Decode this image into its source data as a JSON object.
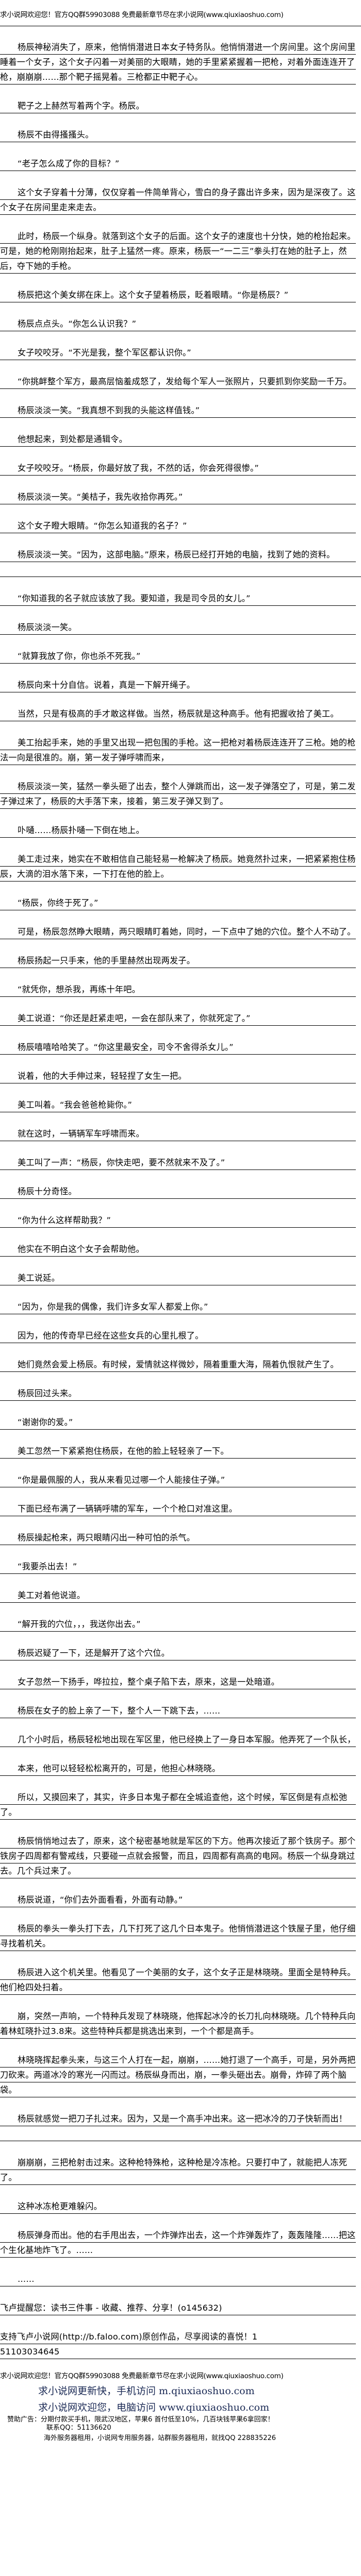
{
  "header": {
    "banner": "求小说网欢迎您！官方QQ群59903088 免费最新章节尽在求小说网(www.qiuxiaoshuo.com)"
  },
  "paragraphs": [
    {
      "text": "杨辰神秘消失了，原来，他悄悄潜进日本女子特务队。他悄悄潜进一个房间里。这个房间里睡着一个女子，这个女子闪着一对美丽的大眼睛，她的手里紧紧握着一把枪，对着外面连连开了枪，崩崩崩……那个靶子摇晃着。三枪都正中靶子心。"
    },
    {
      "text": "靶子之上赫然写着两个字。杨辰。"
    },
    {
      "text": "杨辰不由得搔搔头。"
    },
    {
      "text": "“老子怎么成了你的目标？”"
    },
    {
      "text": "这个女子穿着十分薄，仅仅穿着一件简单背心，雪白的身子露出许多来，因为是深夜了。这个女子在房间里走来走去。"
    },
    {
      "text": "此时，杨辰一个纵身。就落到这个女子的后面。这个女子的速度也十分快，她的枪抬起来。可是，她的枪刚刚抬起来，肚子上猛然一疼。原来，杨辰一“一二三”拳头打在她的肚子上，然后，夺下她的手枪。"
    },
    {
      "text": "杨辰把这个美女绑在床上。这个女子望着杨辰，眨着眼睛。“你是杨辰？”"
    },
    {
      "text": "杨辰点点头。“你怎么认识我？”"
    },
    {
      "text": "女子咬咬牙。“不光是我，整个军区都认识你。”"
    },
    {
      "text": "“你挑衅整个军方，最高层恼羞成怒了，发给每个军人一张照片，只要抓到你奖励一千万。"
    },
    {
      "text": "杨辰淡淡一笑。“我真想不到我的头能这样值钱。”"
    },
    {
      "text": "他想起来，到处都是通辑令。"
    },
    {
      "text": "女子咬咬牙。“杨辰，你最好放了我，不然的话，你会死得很惨。”"
    },
    {
      "text": "杨辰淡淡一笑。“美桔子，我先收拾你再死。”"
    },
    {
      "text": "这个女子瞪大眼睛。“你怎么知道我的名子？”"
    },
    {
      "text": "杨辰淡淡一笑。“因为，这部电脑。”原来，杨辰已经打开她的电脑，找到了她的资料。",
      "blank_after": true
    },
    {
      "text": "“你知道我的名子就应该放了我。要知道，我是司令员的女儿。”"
    },
    {
      "text": "杨辰淡淡一笑。"
    },
    {
      "text": "“就算我放了你，你也杀不死我。”"
    },
    {
      "text": "杨辰向来十分自信。说着，真是一下解开绳子。"
    },
    {
      "text": "当然，只是有极高的手才敢这样做。当然，杨辰就是这种高手。他有把握收拾了美工。"
    },
    {
      "text": "美工抬起手来，她的手里又出现一把包围的手枪。这一把枪对着杨辰连连开了三枪。她的枪法一向是很准的。崩，第一发子弹呼啸而来，"
    },
    {
      "text": "杨辰淡淡一笑，猛然一拳头砸了出去，整个人弹跳而出，这一发子弹落空了，可是，第二发子弹过来了，杨辰的大手落下来，接着，第三发子弹又到了。"
    },
    {
      "text": "卟嗵……杨辰扑嗵一下倒在地上。"
    },
    {
      "text": "美工走过来，她实在不敢相信自己能轻易一枪解决了杨辰。她竟然扑过来，一把紧紧抱住杨辰，大滴的泪水落下来，一下打在他的脸上。"
    },
    {
      "text": "“杨辰，你终于死了。”"
    },
    {
      "text": "可是，杨辰忽然睁大眼睛，两只眼睛盯着她，同时，一下点中了她的穴位。整个人不动了。"
    },
    {
      "text": "杨辰扬起一只手来，他的手里赫然出现两发子。"
    },
    {
      "text": "“就凭你，想杀我，再练十年吧。"
    },
    {
      "text": "美工说道：“你还是赶紧走吧，一会在部队来了，你就死定了。”"
    },
    {
      "text": "杨辰嘻嘻哈哈笑了。“你这里最安全，司令不舍得杀女儿。”"
    },
    {
      "text": "说着，他的大手伸过来，轻轻捏了女生一把。"
    },
    {
      "text": "美工叫着。“我会爸爸枪毙你。”"
    },
    {
      "text": "就在这时，一辆辆军车呼啸而来。"
    },
    {
      "text": "美工叫了一声：“杨辰，你快走吧，要不然就来不及了。”"
    },
    {
      "text": "杨辰十分奇怪。"
    },
    {
      "text": "“你为什么这样帮助我？”"
    },
    {
      "text": "他实在不明白这个女子会帮助他。"
    },
    {
      "text": "美工说延。"
    },
    {
      "text": "“因为，你是我的偶像，我们许多女军人都爱上你。”"
    },
    {
      "text": "因为，他的传奇早已经在这些女兵的心里扎根了。"
    },
    {
      "text": "她们竟然会爱上杨辰。有时候，爱情就这样微妙，隔着重重大海，隔着仇恨就产生了。"
    },
    {
      "text": "杨辰回过头来。"
    },
    {
      "text": "“谢谢你的爱。”"
    },
    {
      "text": "美工忽然一下紧紧抱住杨辰，在他的脸上轻轻亲了一下。"
    },
    {
      "text": "“你是最佩服的人，我从来看见过哪一个人能接住子弹。”"
    },
    {
      "text": "下面已经布满了一辆辆呼啸的军车，一个个枪口对准这里。"
    },
    {
      "text": "杨辰操起枪来，两只眼睛闪出一种可怕的杀气。"
    },
    {
      "text": "“我要杀出去！”"
    },
    {
      "text": "美工对着他说道。"
    },
    {
      "text": "“解开我的穴位，，，我送你出去。”"
    },
    {
      "text": "杨辰迟疑了一下，还是解开了这个穴位。"
    },
    {
      "text": "女子忽然一下扬手，哗拉拉，整个桌子陷下去，原来，这是一处暗道。"
    },
    {
      "text": "杨辰在女子的脸上亲了一下，整个人一下跳下去，……"
    },
    {
      "text": "几个小时后，杨辰轻松地出现在军区里，他已经换上了一身日本军服。他弄死了一个队长，"
    },
    {
      "text": "本来，他可以轻轻松松离开的，可是，他担心林晓晓。"
    },
    {
      "text": "所以，又摸回来了，其实，许多日本鬼子都在全城追查他，这个时候，军区倒是有点松弛了。"
    },
    {
      "text": "杨辰悄悄地过去了，原来，这个秘密基地就是军区的下方。他再次接近了那个铁房子。那个铁房子四周都有警戒线，只要碰一点就会报警，而且，四周都有高高的电网。杨辰一个纵身跳过去。几个兵过来了。"
    },
    {
      "text": "杨辰说道，“你们去外面看看，外面有动静。”"
    },
    {
      "text": "杨辰的拳头一拳头打下去，几下打死了这几个日本鬼子。他悄悄潜进这个铁屋子里，他仔细寻找着机关。"
    },
    {
      "text": "杨辰进入这个机关里。他看见了一个美丽的女子，这个女子正是林晓晓。里面全是特种兵。他们枪四处扫着。"
    },
    {
      "text": "崩，突然一声响，一个特种兵发现了林晓晓，他挥起冰冷的长刀扎向林晓晓。几个特种兵向着林虹晓扑过3.8来。这些特种兵都是挑选出来到，一个个都是高手。"
    },
    {
      "text": "林晓晓挥起拳头来，与这三个人打在一起，崩崩，……她打退了一个高手，可是，另外两把刀砍来。两道冰冷的寒光一闪而过。杨辰纵身而出，崩，一拳头砸出去。崩骨，炸碎了两个脑袋。"
    },
    {
      "text": "杨辰就感觉一把刀子扎过来。因为，又是一个高手冲出来。这一把冰冷的刀子快斩而出！",
      "blank_after": true
    },
    {
      "text": "崩崩崩，三把枪射击过来。这种枪特殊枪，这种枪是冷冻枪。只要打中了，就能把人冻死了。"
    },
    {
      "text": "这种冰冻枪更难躲闪。"
    },
    {
      "text": "杨辰弹身而出。他的右手甩出去，一个炸弹炸出去，这一个炸弹轰炸了，轰轰隆隆……把这个生化基地炸飞了。……"
    },
    {
      "text": "……"
    }
  ],
  "notes": {
    "reminder": "飞卢提醒您：读书三件事 - 收藏、推荐、分享！(o145632)",
    "support": "支持飞卢小说网(http://b.faloo.com)原创作品，尽享阅读的喜悦！1",
    "code": "51103034645"
  },
  "footer": {
    "banner": "求小说网欢迎您！官方QQ群59903088 免费最新章节尽在求小说网(www.qiuxiaoshuo.com)",
    "mobile": "求小说网更新快，手机访问 m.qiuxiaoshuo.com",
    "desktop": "求小说网欢迎您，电脑访问 www.qiuxiaoshuo.com",
    "ad_line1": "赞助广告：分期付款买手机，限武汉地区，苹果6 首付低至10%，几百块钱苹果6拿回家！",
    "ad_line2": "联系QQ：51136620",
    "ad_line3": "海外服务器租用，小说网专用服务器，站群服务器租用，就找QQ 228835226"
  },
  "colors": {
    "mirror_text": "#1b2a55"
  }
}
